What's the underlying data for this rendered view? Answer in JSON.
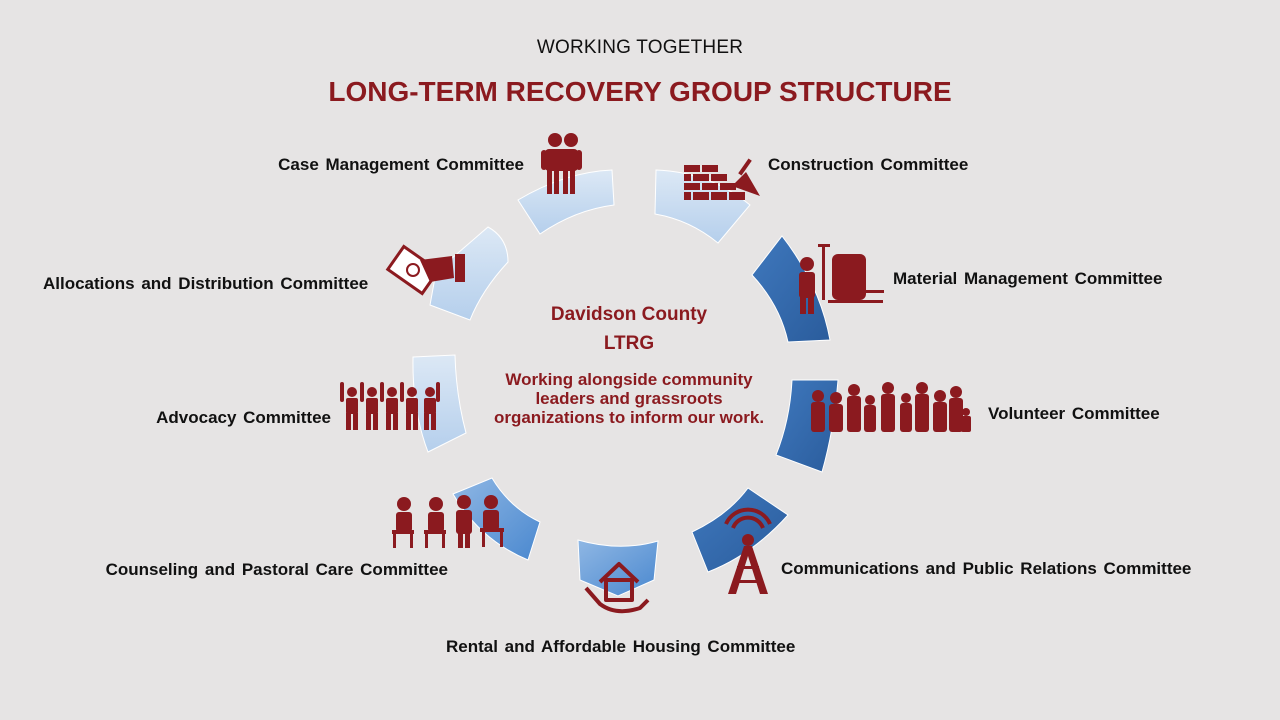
{
  "header": {
    "subtitle": "WORKING TOGETHER",
    "title": "LONG-TERM RECOVERY GROUP STRUCTURE"
  },
  "center": {
    "name": "Davidson County",
    "abbreviation": "LTRG",
    "description": "Working alongside community\nleaders and grassroots\norganizations to inform our work."
  },
  "committees": [
    {
      "label": "Case Management  Committee",
      "icon": "people-embracing-icon"
    },
    {
      "label": "Construction  Committee",
      "icon": "brick-wall-trowel-icon"
    },
    {
      "label": "Material Management Committee",
      "icon": "worker-water-tank-icon"
    },
    {
      "label": "Volunteer Committee",
      "icon": "crowd-icon"
    },
    {
      "label": "Communications  and Public Relations Committee",
      "icon": "radio-tower-icon"
    },
    {
      "label": "Rental and  Affordable Housing Committee",
      "icon": "hand-holding-house-icon"
    },
    {
      "label": "Counseling and Pastoral Care Committee",
      "icon": "counseling-group-icon"
    },
    {
      "label": "Advocacy Committee",
      "icon": "raised-hands-group-icon"
    },
    {
      "label": "Allocations  and Distribution  Committee",
      "icon": "hand-money-icon"
    }
  ],
  "colors": {
    "accent": "#8b1a1f",
    "background": "#e6e4e4",
    "ring_light": "#c9dcf0",
    "ring_mid": "#4f8dd0",
    "ring_dark": "#2e64a6"
  }
}
